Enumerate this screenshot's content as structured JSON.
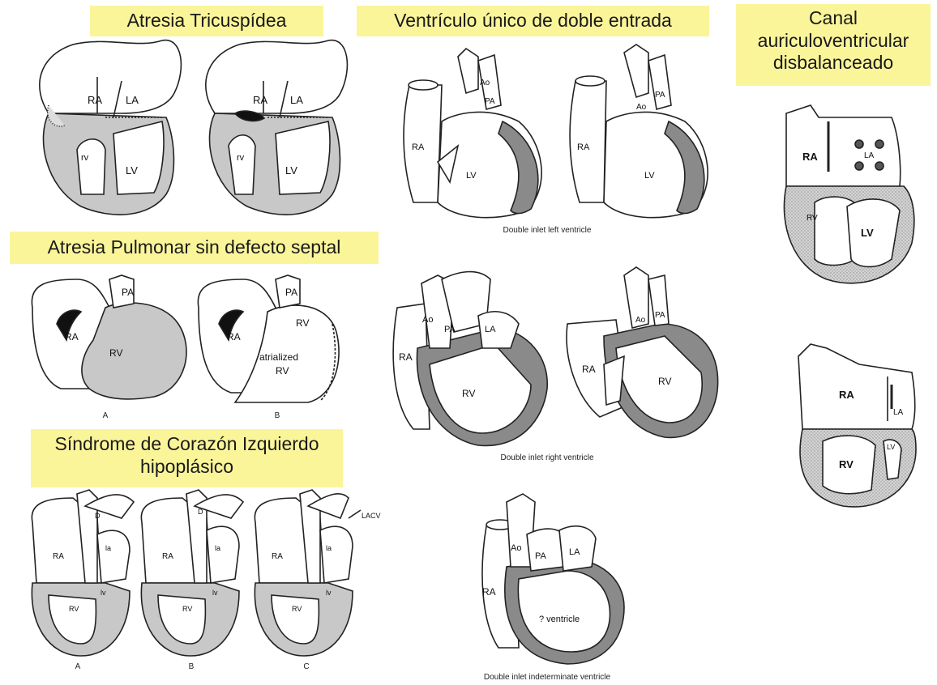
{
  "titles": {
    "tricuspid": "Atresia Tricuspídea",
    "single_ventricle": "Ventrículo único de doble entrada",
    "av_canal": "Canal auriculoventricular disbalanceado",
    "pulmonary": "Atresia Pulmonar sin defecto septal",
    "hypoplastic": "Síndrome de Corazón Izquierdo hipoplásico"
  },
  "captions": {
    "dilv": "Double inlet left ventricle",
    "dirv": "Double inlet right ventricle",
    "diiv": "Double inlet indeterminate ventricle",
    "pa_a": "A",
    "pa_b": "B",
    "hlhs_a": "A",
    "hlhs_b": "B",
    "hlhs_c": "C"
  },
  "labels": {
    "ra": "RA",
    "la": "LA",
    "rv_small": "rv",
    "lv": "LV",
    "lv_small": "lv",
    "rv": "RV",
    "pa": "PA",
    "ao": "Ao",
    "atrialized": "atrialized",
    "indeterminate": "? ventricle",
    "la_small": "la",
    "ao_small": "ao",
    "lacv": "LACV",
    "d": "D"
  },
  "colors": {
    "title_bg": "#fbf59a",
    "ventricle_fill": "#c8c8c8",
    "dark_wall": "#8a8a8a",
    "stroke": "#222222"
  }
}
